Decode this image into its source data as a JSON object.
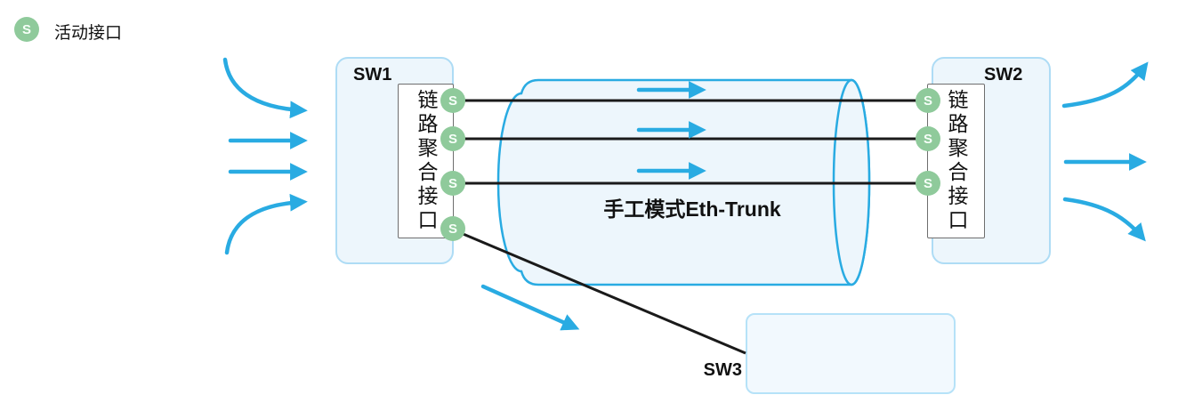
{
  "legend": {
    "badge": "S",
    "label": "活动接口"
  },
  "devices": {
    "sw1": {
      "title": "SW1",
      "lag_label": "链路聚合接口",
      "ports": [
        "S",
        "S",
        "S",
        "S"
      ]
    },
    "sw2": {
      "title": "SW2",
      "lag_label": "链路聚合接口",
      "ports": [
        "S",
        "S",
        "S"
      ]
    },
    "sw3": {
      "title": "SW3"
    }
  },
  "trunk": {
    "label": "手工模式Eth-Trunk"
  },
  "colors": {
    "accent_blue": "#29ABE2",
    "port_green": "#8FCA9B",
    "box_fill": "#EDF6FC",
    "box_border": "#AEDCF5",
    "line_black": "#1A1A1A",
    "lag_border": "#6E6E6E"
  }
}
